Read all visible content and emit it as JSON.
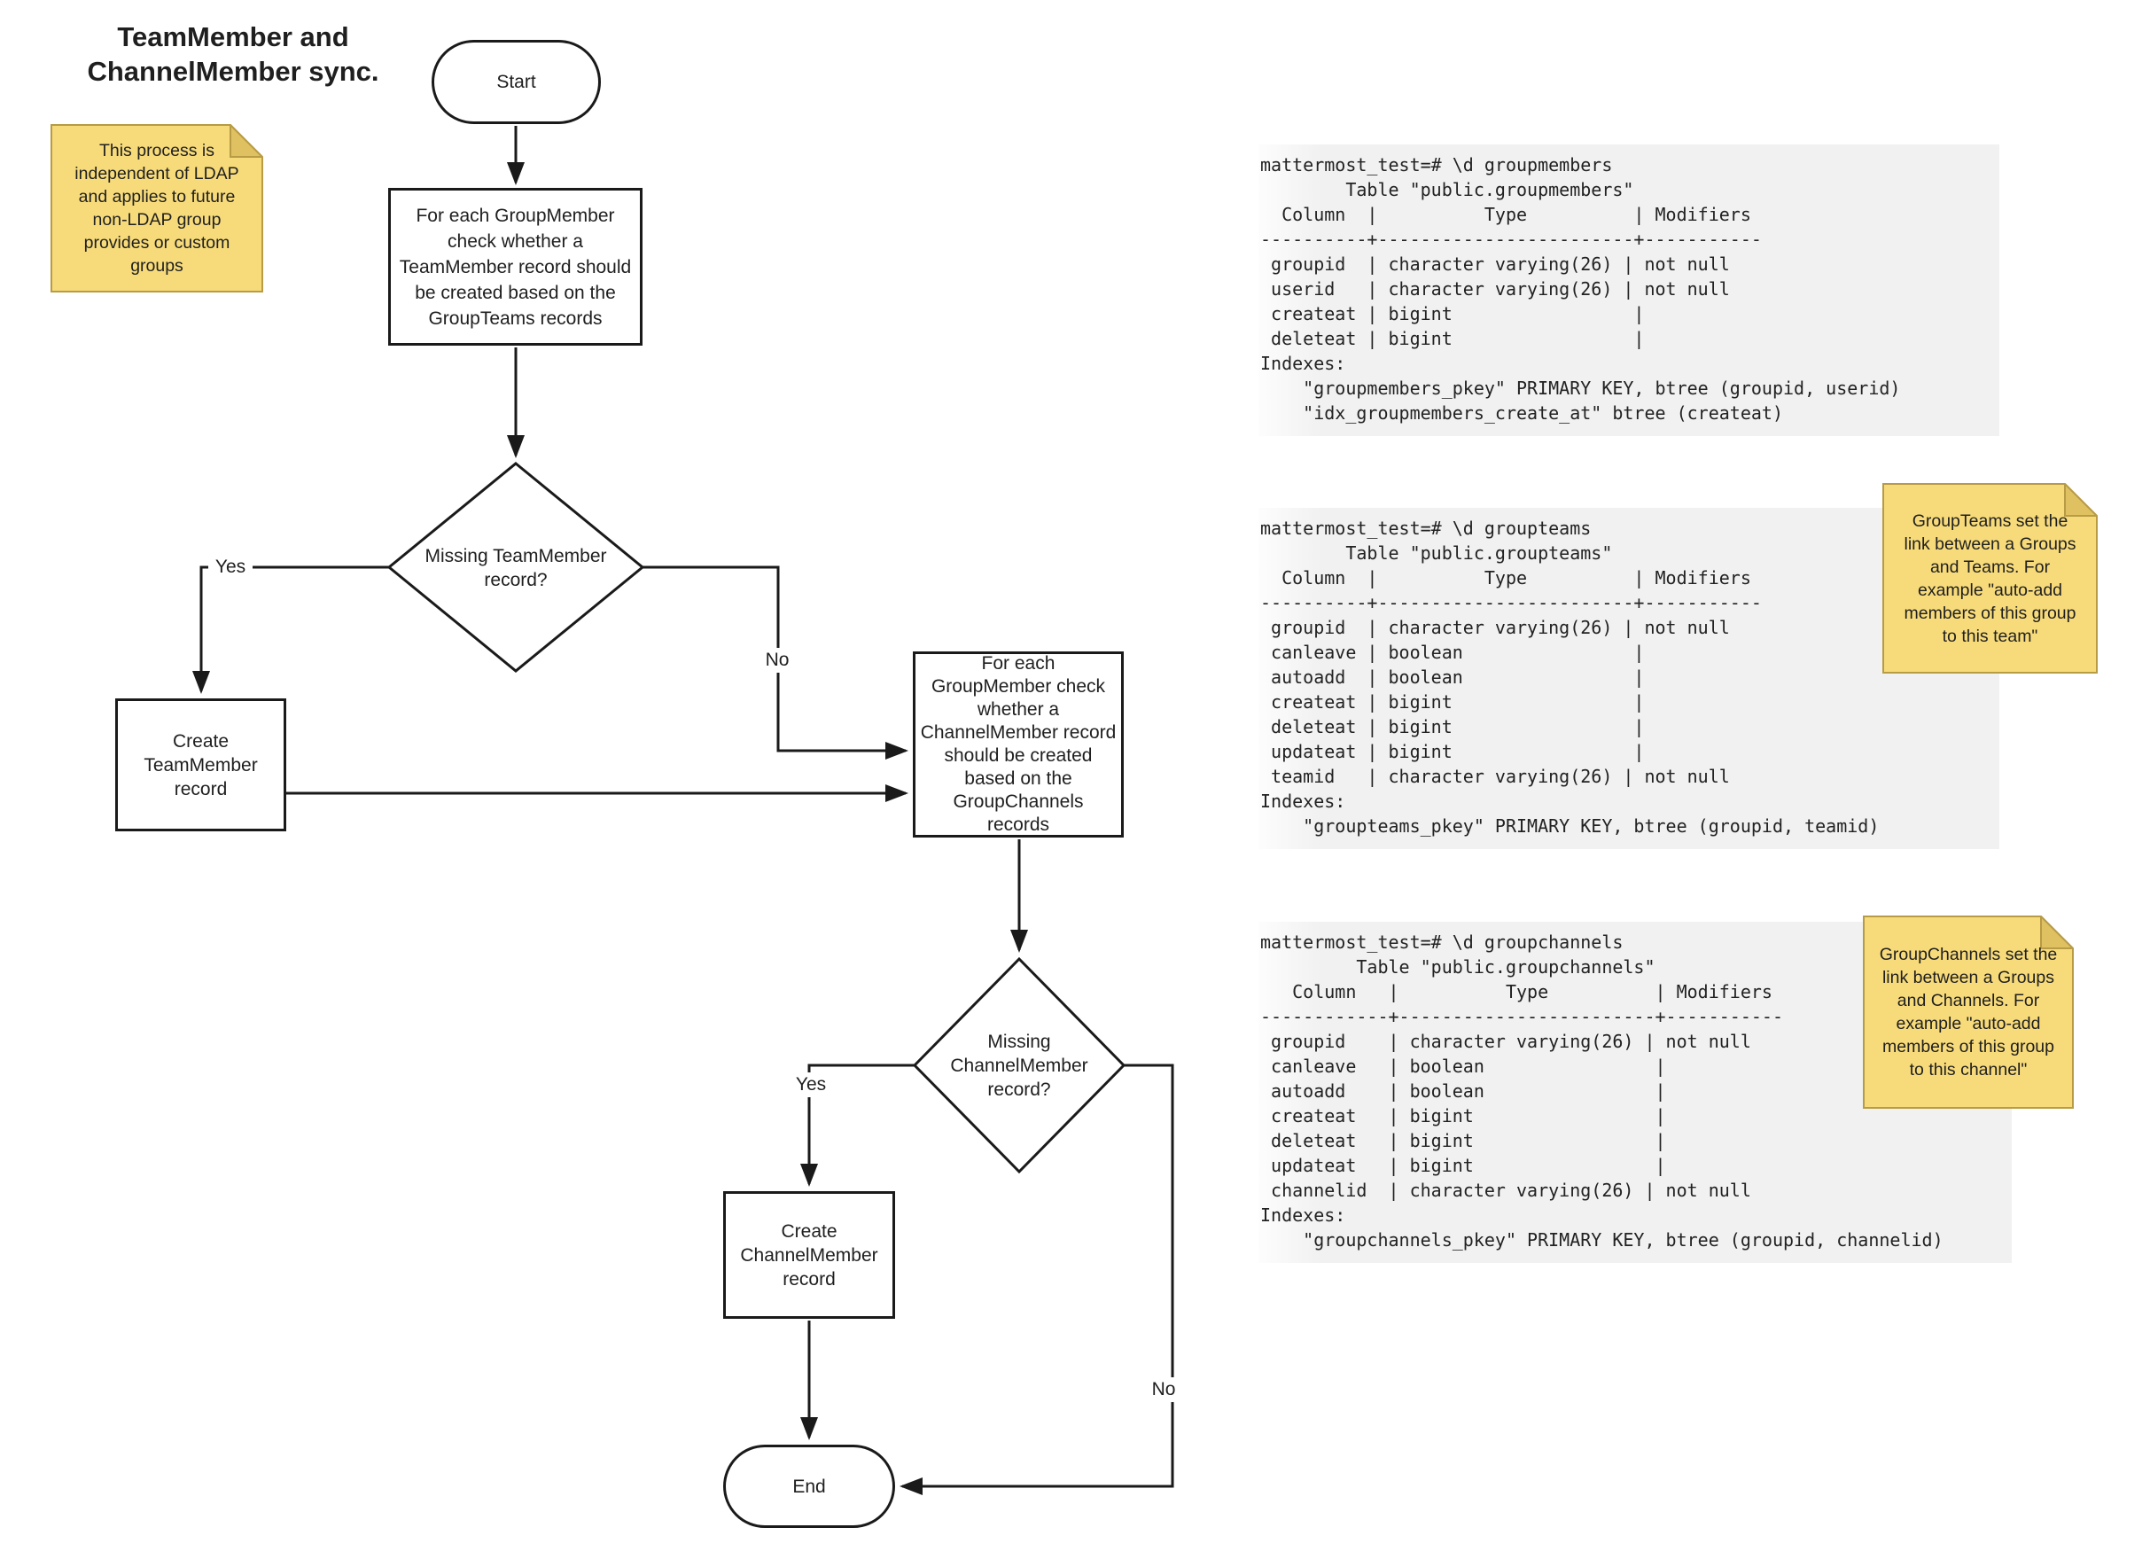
{
  "title": "TeamMember and\nChannelMember sync.",
  "colors": {
    "line": "#1a1a1a",
    "note_fill": "#f7db7a",
    "note_border": "#b79b45",
    "note_fold": "#e0c161",
    "terminal_bg": "#f1f1f1",
    "text": "#1f1f1f"
  },
  "flowchart": {
    "start": "Start",
    "step_teammember": "For each GroupMember\ncheck whether a\nTeamMember record should\nbe created based on the\nGroupTeams records",
    "decision_teammember": "Missing TeamMember\nrecord?",
    "create_teammember": "Create\nTeamMember\nrecord",
    "step_channelmember": "For each\nGroupMember check\nwhether a\nChannelMember record\nshould be created\nbased on the\nGroupChannels\nrecords",
    "decision_channelmember": "Missing\nChannelMember\nrecord?",
    "create_channelmember": "Create\nChannelMember\nrecord",
    "end": "End",
    "labels": {
      "yes_teammember": "Yes",
      "no_teammember": "No",
      "yes_channelmember": "Yes",
      "no_channelmember": "No"
    }
  },
  "notes": {
    "process": "This process is\nindependent of LDAP\nand applies to future\nnon-LDAP group\nprovides or custom\ngroups",
    "groupteams": "GroupTeams set the\nlink between a Groups\nand Teams. For\nexample \"auto-add\nmembers of this group\nto this team\"",
    "groupchannels": "GroupChannels set the\nlink between a Groups\nand Channels. For\nexample \"auto-add\nmembers of this group\nto this channel\""
  },
  "terminals": {
    "groupmembers": "mattermost_test=# \\d groupmembers\n        Table \"public.groupmembers\"\n  Column  |          Type          | Modifiers\n----------+------------------------+-----------\n groupid  | character varying(26) | not null\n userid   | character varying(26) | not null\n createat | bigint                 |\n deleteat | bigint                 |\nIndexes:\n    \"groupmembers_pkey\" PRIMARY KEY, btree (groupid, userid)\n    \"idx_groupmembers_create_at\" btree (createat)",
    "groupteams": "mattermost_test=# \\d groupteams\n        Table \"public.groupteams\"\n  Column  |          Type          | Modifiers\n----------+------------------------+-----------\n groupid  | character varying(26) | not null\n canleave | boolean                |\n autoadd  | boolean                |\n createat | bigint                 |\n deleteat | bigint                 |\n updateat | bigint                 |\n teamid   | character varying(26) | not null\nIndexes:\n    \"groupteams_pkey\" PRIMARY KEY, btree (groupid, teamid)",
    "groupchannels": "mattermost_test=# \\d groupchannels\n         Table \"public.groupchannels\"\n   Column   |          Type          | Modifiers\n------------+------------------------+-----------\n groupid    | character varying(26) | not null\n canleave   | boolean                |\n autoadd    | boolean                |\n createat   | bigint                 |\n deleteat   | bigint                 |\n updateat   | bigint                 |\n channelid  | character varying(26) | not null\nIndexes:\n    \"groupchannels_pkey\" PRIMARY KEY, btree (groupid, channelid)"
  }
}
